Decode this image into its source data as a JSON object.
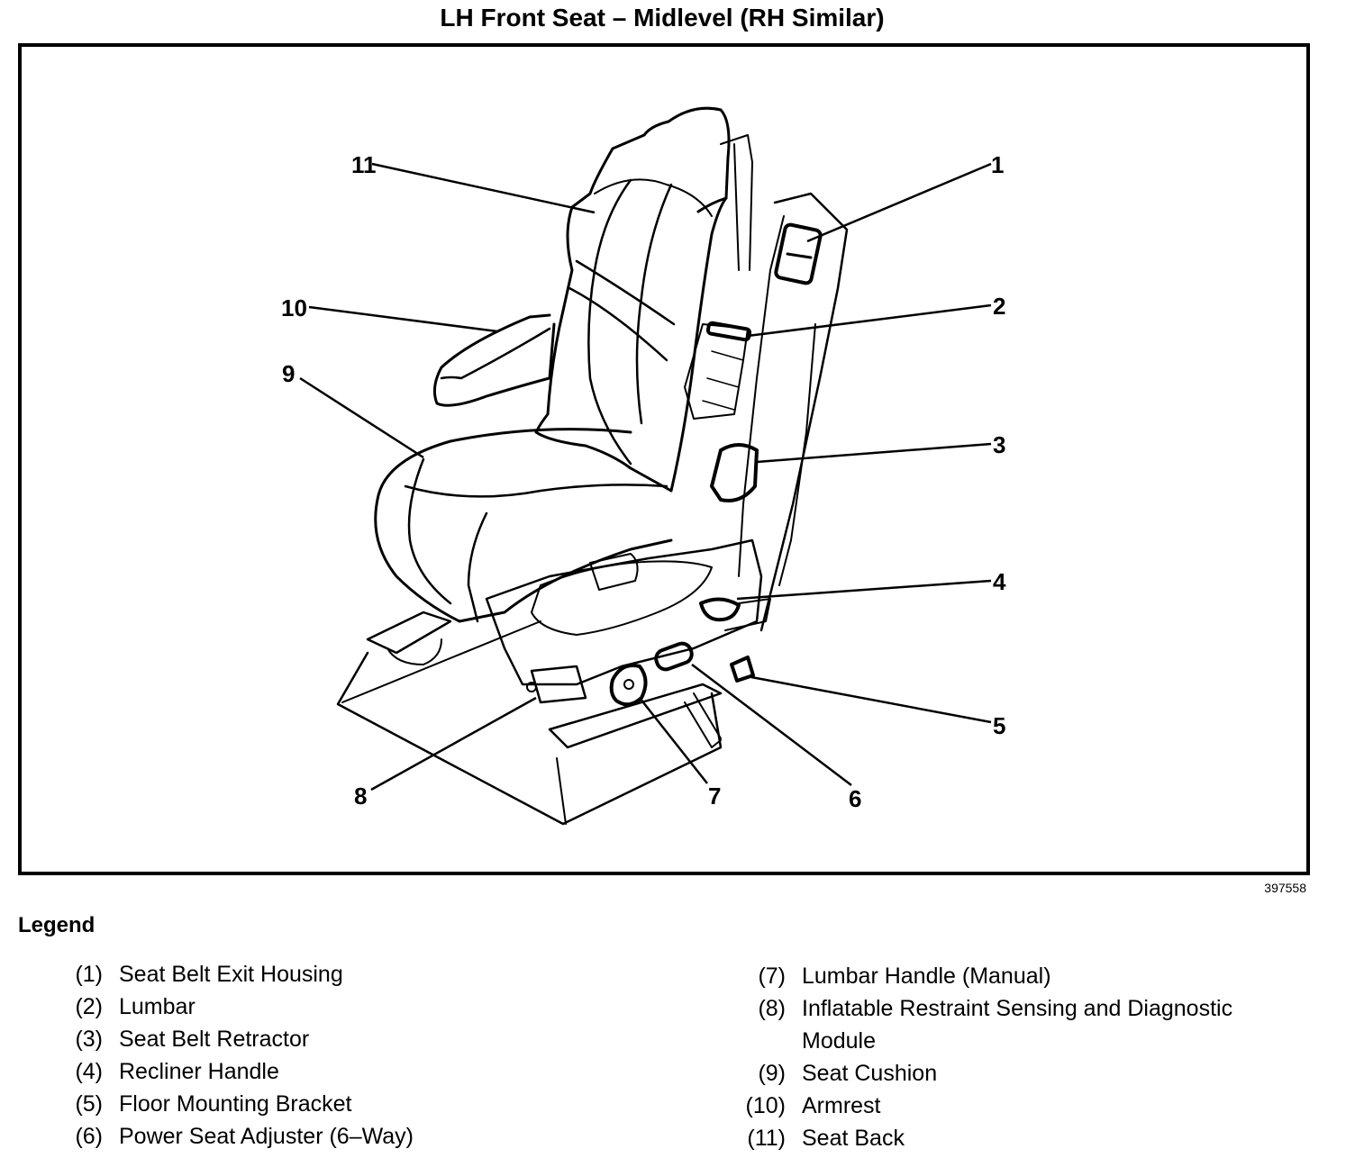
{
  "title": "LH Front Seat – Midlevel (RH Similar)",
  "figure_id": "397558",
  "diagram": {
    "subject": "seat-illustration",
    "callouts": [
      "1",
      "2",
      "3",
      "4",
      "5",
      "6",
      "7",
      "8",
      "9",
      "10",
      "11"
    ]
  },
  "legend": {
    "heading": "Legend",
    "left": [
      {
        "num": "(1)",
        "label": "Seat Belt Exit Housing"
      },
      {
        "num": "(2)",
        "label": "Lumbar"
      },
      {
        "num": "(3)",
        "label": "Seat Belt Retractor"
      },
      {
        "num": "(4)",
        "label": "Recliner Handle"
      },
      {
        "num": "(5)",
        "label": "Floor Mounting Bracket"
      },
      {
        "num": "(6)",
        "label": "Power Seat Adjuster (6–Way)"
      }
    ],
    "right": [
      {
        "num": "(7)",
        "label": "Lumbar Handle (Manual)"
      },
      {
        "num": "(8)",
        "label": "Inflatable Restraint Sensing and Diagnostic Module"
      },
      {
        "num": "(9)",
        "label": "Seat Cushion"
      },
      {
        "num": "(10)",
        "label": "Armrest"
      },
      {
        "num": "(11)",
        "label": "Seat Back"
      }
    ]
  }
}
